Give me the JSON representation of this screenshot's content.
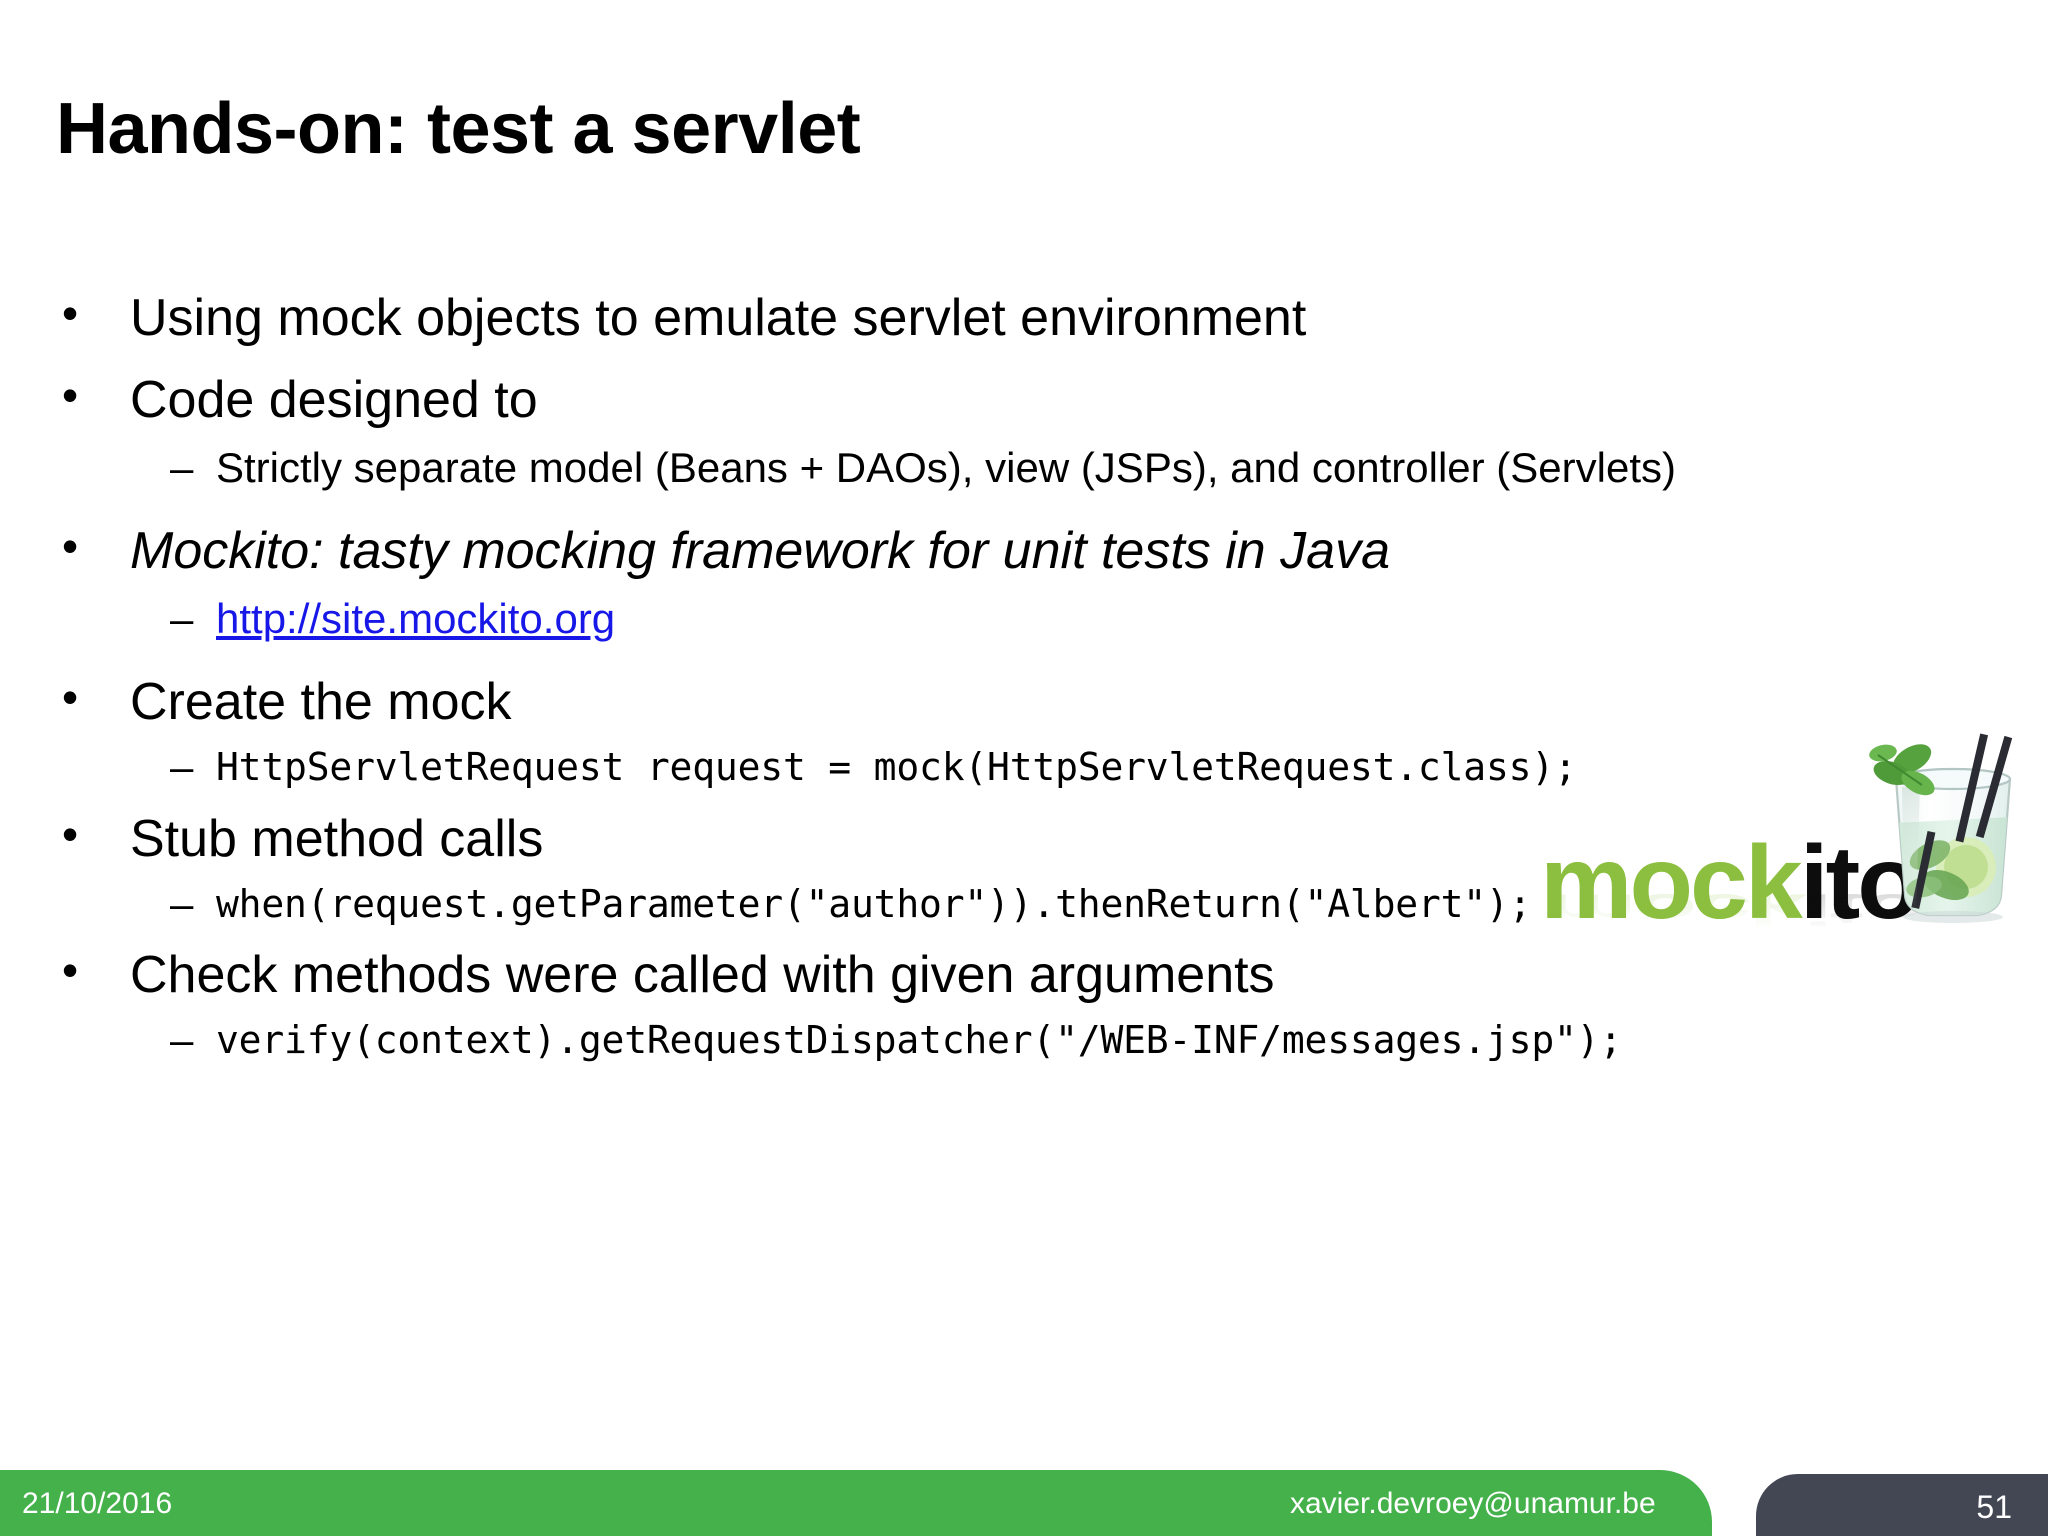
{
  "slide": {
    "title": "Hands-on: test a servlet",
    "bullets": [
      {
        "level": 1,
        "mark": "•",
        "text": "Using mock objects to emulate servlet environment"
      },
      {
        "level": 1,
        "mark": "•",
        "text": "Code designed to"
      },
      {
        "level": 2,
        "mark": "–",
        "text": "Strictly separate model (Beans + DAOs), view (JSPs), and controller (Servlets)"
      },
      {
        "level": 1,
        "mark": "•",
        "text": "Mockito: tasty mocking framework for unit tests in Java",
        "style": "italic"
      },
      {
        "level": 2,
        "mark": "–",
        "text": "http://site.mockito.org",
        "style": "link"
      },
      {
        "level": 1,
        "mark": "•",
        "text": "Create the mock"
      },
      {
        "level": 2,
        "mark": "–",
        "text": "HttpServletRequest request = mock(HttpServletRequest.class);",
        "style": "code"
      },
      {
        "level": 1,
        "mark": "•",
        "text": "Stub method calls"
      },
      {
        "level": 2,
        "mark": "–",
        "text": "when(request.getParameter(\"author\")).thenReturn(\"Albert\");",
        "style": "code"
      },
      {
        "level": 1,
        "mark": "•",
        "text": "Check methods were called with given arguments"
      },
      {
        "level": 2,
        "mark": "–",
        "text": "verify(context).getRequestDispatcher(\"/WEB-INF/messages.jsp\");",
        "style": "code"
      }
    ]
  },
  "logo": {
    "name": "mockito",
    "word_green": "mock",
    "word_black": "ito",
    "green_hex": "#8CBF3F",
    "black_hex": "#0D0D0D",
    "image": "mojito-glass-with-mint-lime-and-two-straws"
  },
  "footer": {
    "date": "21/10/2016",
    "email": "xavier.devroey@unamur.be",
    "page_number": "51",
    "bar_color": "#45B14B",
    "page_panel_color": "#434754"
  }
}
